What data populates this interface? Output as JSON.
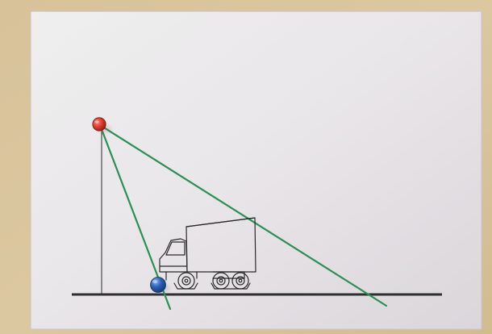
{
  "photo": {
    "subject": "",
    "colors": {
      "background_wood": "#d8c49a",
      "board": "#e8e5e8",
      "board_edge": "#cfc7cc",
      "ground_line": "#333333",
      "string": "#2c8f57",
      "red_pin": "#d93a2f",
      "blue_pin": "#2d5fb4",
      "truck_ink": "#2b2b2b"
    },
    "elements": {
      "board": "board",
      "vertical_line": "vertical-line",
      "ground_line": "ground-line",
      "green_strings": "green-strings",
      "truck": "truck-drawing",
      "red_pin": "red-pin",
      "blue_pin": "blue-pin"
    }
  }
}
